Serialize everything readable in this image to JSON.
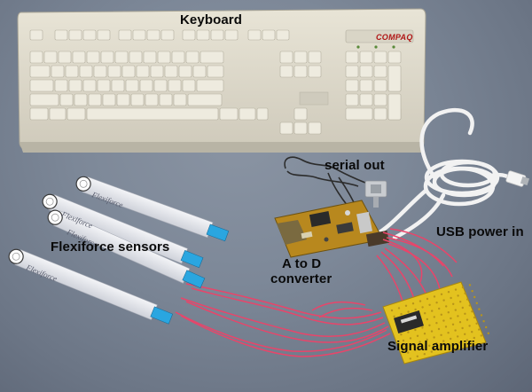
{
  "labels": {
    "keyboard": "Keyboard",
    "serial_out": "serial out",
    "usb_power_in": "USB power in",
    "flexiforce_sensors": "Flexiforce sensors",
    "a_to_d_line1": "A to D",
    "a_to_d_line2": "converter",
    "signal_amplifier": "Signal amplifier"
  },
  "keyboard_brand": "COMPAQ",
  "sensor_print": "Flexiforce",
  "colors": {
    "background": "#7d8898",
    "keyboard": "#ddd9ca",
    "keys": "#ece9dc",
    "wire_pink": "#e8456a",
    "circuit_board": "#b8881e",
    "amplifier_board": "#e3c21f",
    "sensor_strip": "#e7e9ee",
    "sensor_connector": "#2aa6e0",
    "usb_cable": "#f2f2f2",
    "label_text": "#0a0a0a"
  }
}
